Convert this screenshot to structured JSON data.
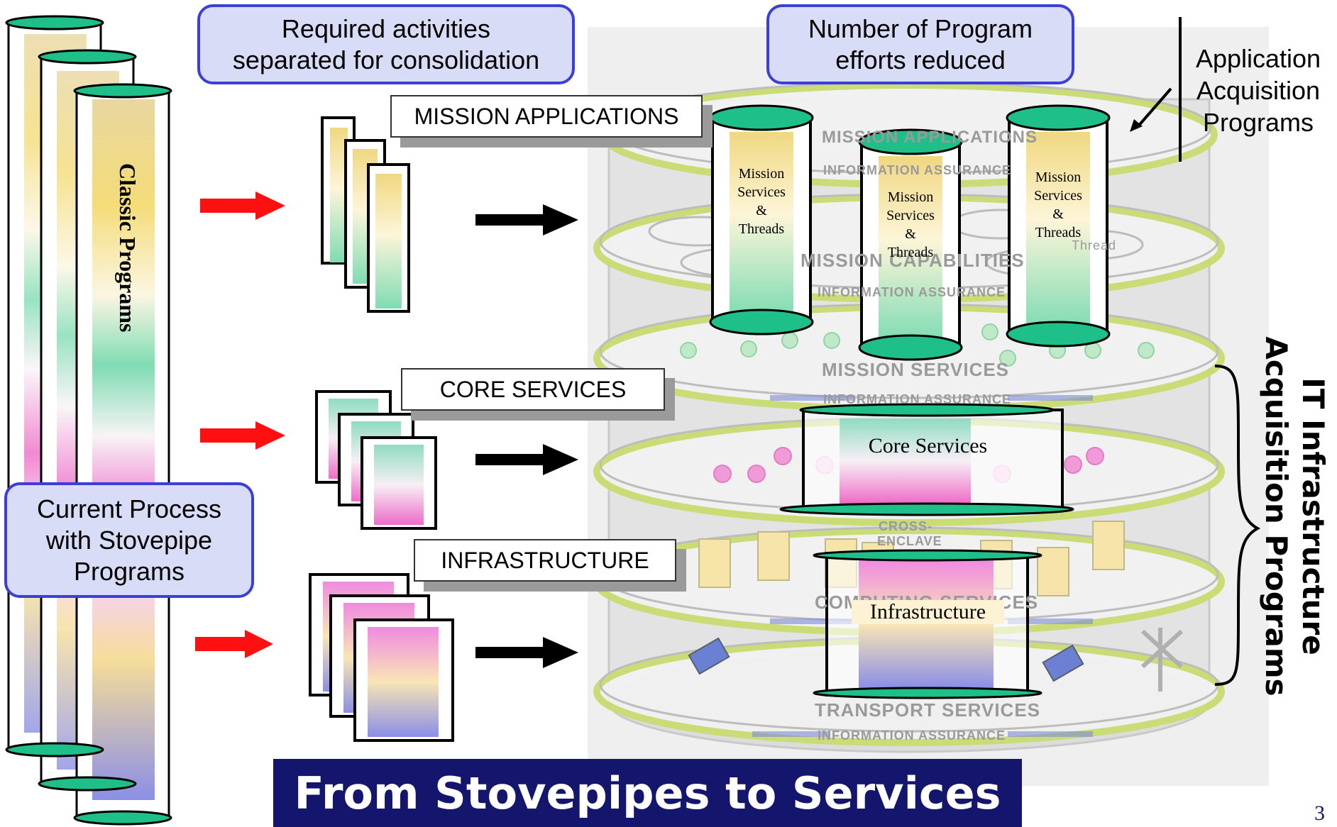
{
  "callouts": {
    "required_activities": "Required activities\nseparated for consolidation",
    "number_reduced": "Number of Program\nefforts reduced",
    "current_process": "Current Process\nwith Stovepipe\nPrograms"
  },
  "application_acquisition": "Application\nAcquisition\nPrograms",
  "it_infrastructure": "IT Infrastructure\nAcquisition Programs",
  "classic_programs": "Classic Programs",
  "layer_labels": {
    "mission_applications": "MISSION APPLICATIONS",
    "core_services": "CORE SERVICES",
    "infrastructure": "INFRASTRUCTURE"
  },
  "mission_cylinders": [
    {
      "text": "Mission\nServices\n&\nThreads"
    },
    {
      "text": "Mission\nServices\n&\nThreads"
    },
    {
      "text": "Mission\nServices\n&\nThreads"
    }
  ],
  "core_services_box": "Core Services",
  "infrastructure_box": "Infrastructure",
  "background_labels": {
    "mission_applications": "MISSION APPLICATIONS",
    "information_assurance": "INFORMATION ASSURANCE",
    "mission_capabilities": "MISSION CAPABILITIES",
    "mission_services": "MISSION SERVICES",
    "computing_services": "COMPUTING SERVICES",
    "transport_services": "TRANSPORT SERVICES",
    "cross_enclave": "CROSS-ENCLAVE",
    "thread": "Thread"
  },
  "title": "From Stovepipes to Services",
  "page_number": "3",
  "colors": {
    "callout_fill": "#d9dcf7",
    "callout_border": "#3b3fd6",
    "title_bar": "#14166e",
    "cylinder_cap": "#1fbf8a",
    "red_arrow": "#ff1010",
    "disk_rim": "#c8dc70"
  }
}
